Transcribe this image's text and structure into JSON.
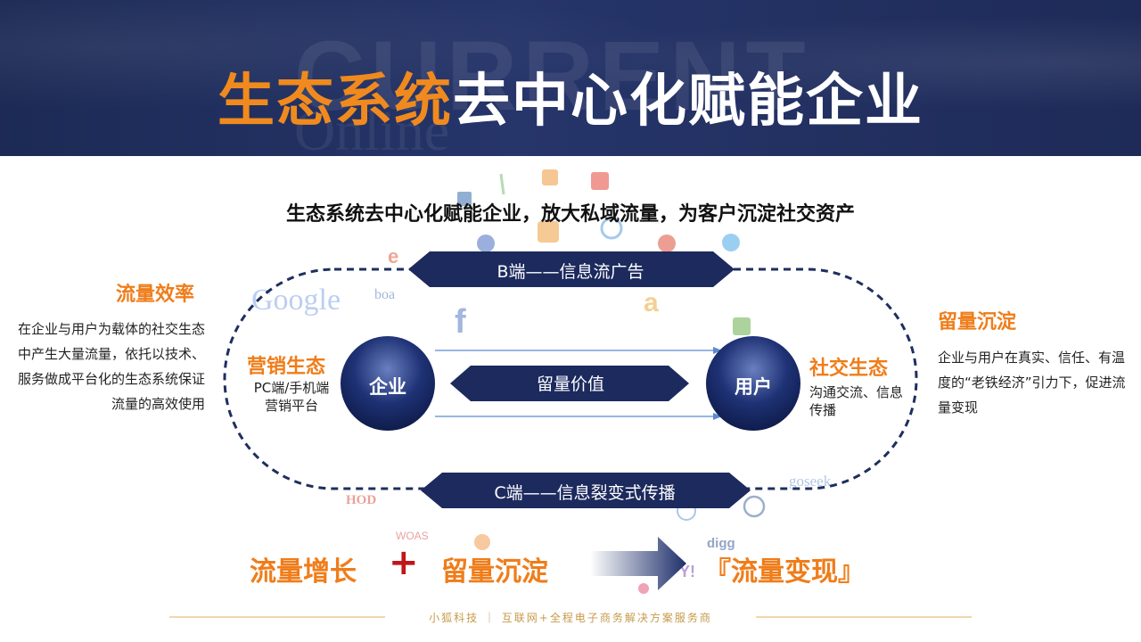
{
  "header": {
    "title_highlight": "生态系统",
    "title_rest": "去中心化赋能企业",
    "bg_word_1": "CURRENT",
    "bg_word_2": "Online"
  },
  "subtitle": "生态系统去中心化赋能企业，放大私域流量，为客户沉淀社交资产",
  "left_panel": {
    "title": "流量效率",
    "text": "在企业与用户为载体的社交生态中产生大量流量，依托以技术、服务做成平台化的生态系统保证流量的高效使用"
  },
  "right_panel": {
    "title": "留量沉淀",
    "text": "企业与用户在真实、信任、有温度的“老铁经济”引力下，促进流量变现"
  },
  "diagram": {
    "b_channel": "B端——信息流广告",
    "c_channel": "C端——信息裂变式传播",
    "middle": "留量价值",
    "enterprise": "企业",
    "user": "用户",
    "marketing_title": "营销生态",
    "marketing_line1": "PC端/手机端",
    "marketing_line2": "营销平台",
    "social_title": "社交生态",
    "social_line1": "沟通交流、信息",
    "social_line2": "传播"
  },
  "formula": {
    "growth": "流量增长",
    "plus": "+",
    "retain": "留量沉淀",
    "result": "『流量变现』"
  },
  "footer": {
    "text": "小狐科技 ｜ 互联网+全程电子商务解决方案服务商"
  },
  "brand_logos": {
    "google": "Google",
    "boa": "boa",
    "goseek": "goseek",
    "hod": "HOD",
    "woas": "WOAS",
    "digg": "digg",
    "yahoo": "Y!",
    "amazon": "a",
    "facebook": "f",
    "email": "e"
  },
  "colors": {
    "accent_orange": "#ef7d1a",
    "navy": "#1c2a5e",
    "plus_red": "#c0171a",
    "footer_gold": "#c79a4a"
  }
}
